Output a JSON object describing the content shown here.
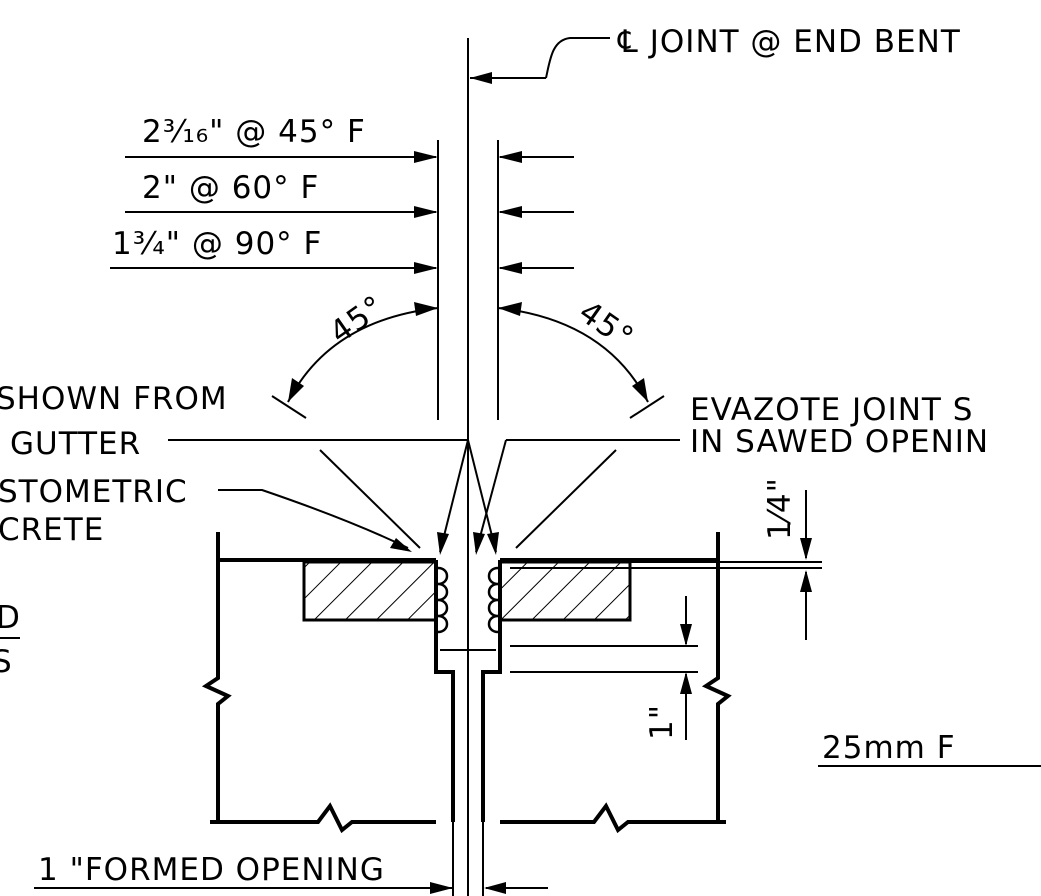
{
  "labels": {
    "centerline_joint": "℄ JOINT @ END BENT",
    "dim_45": "2³⁄₁₆\" @ 45° F",
    "dim_60": "2\"   @ 60° F",
    "dim_90": "1³⁄₄\"  @ 90° F",
    "angle_left": "45°",
    "angle_right": "45°",
    "shown_from": "SHOWN FROM",
    "gutter": "GUTTER",
    "elastomeric": "STOMETRIC",
    "concrete": "CRETE",
    "evazote_line1": "EVAZOTE JOINT S",
    "evazote_line2": "IN SAWED OPENIN",
    "quarter_inch": "1⁄4\"",
    "one_inch": "1\"",
    "metric_25": "25mm F",
    "formed_opening": "1 \"FORMED OPENING",
    "edge_fragment_1": "D",
    "edge_fragment_2": "S"
  }
}
